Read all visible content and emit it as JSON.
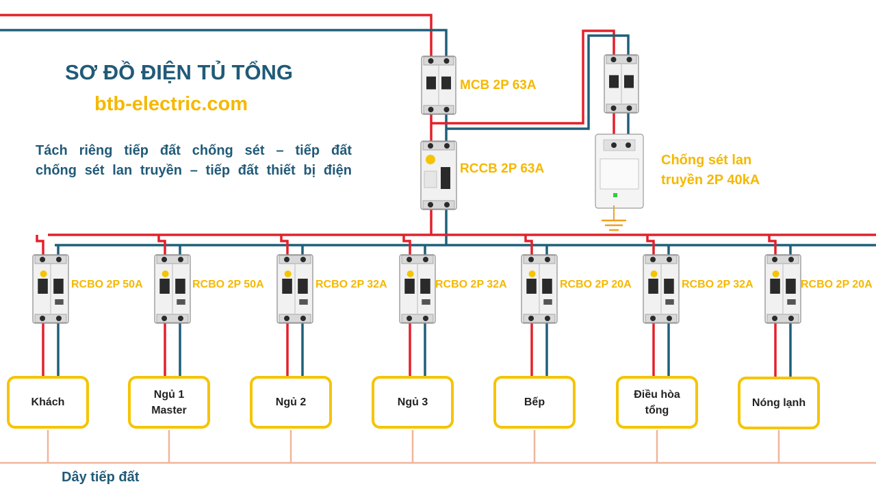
{
  "title": "SƠ ĐỒ ĐIỆN TỦ TỔNG",
  "website": "btb-electric.com",
  "description_lines": [
    "Tách riêng tiếp đất chống sét – tiếp đất",
    "chống sét lan truyền – tiếp đất thiết bị điện"
  ],
  "main_devices": {
    "mcb_label": "MCB 2P 63A",
    "rccb_label": "RCCB 2P 63A",
    "spd_label_lines": [
      "Chống sét lan",
      "truyền 2P 40kA"
    ]
  },
  "branches": [
    {
      "breaker": "RCBO 2P 50A",
      "load_lines": [
        "Khách"
      ]
    },
    {
      "breaker": "RCBO 2P 50A",
      "load_lines": [
        "Ngủ 1",
        "Master"
      ]
    },
    {
      "breaker": "RCBO 2P 32A",
      "load_lines": [
        "Ngủ 2"
      ]
    },
    {
      "breaker": "RCBO 2P 32A",
      "load_lines": [
        "Ngủ 3"
      ]
    },
    {
      "breaker": "RCBO 2P 20A",
      "load_lines": [
        "Bếp"
      ]
    },
    {
      "breaker": "RCBO 2P 32A",
      "load_lines": [
        "Điều hòa",
        "tổng"
      ]
    },
    {
      "breaker": "RCBO 2P 20A",
      "load_lines": [
        "Nóng lạnh"
      ]
    }
  ],
  "ground_label": "Dây tiếp đất",
  "colors": {
    "phase_wire": "#e3202a",
    "neutral_wire": "#1f5f7a",
    "ground_wire": "#f0b59a",
    "label": "#f5b800",
    "title": "#215a78",
    "load_border": "#f5c400"
  }
}
